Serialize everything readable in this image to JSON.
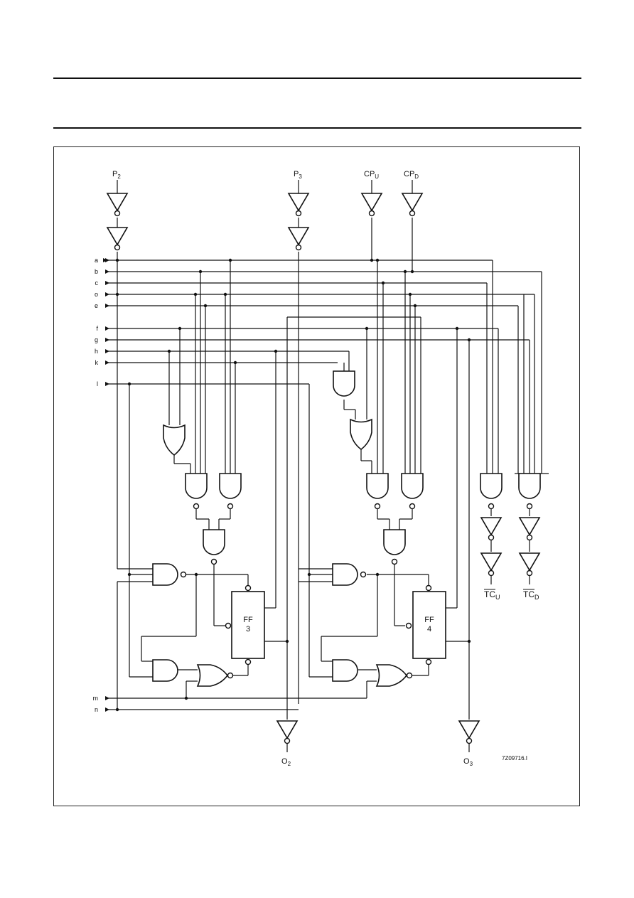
{
  "inputs": {
    "p2": "P",
    "p2_sub": "2",
    "p3": "P",
    "p3_sub": "3",
    "cpu": "CP",
    "cpu_sub": "U",
    "cpd": "CP",
    "cpd_sub": "D"
  },
  "bus_labels": {
    "a": "a",
    "b": "b",
    "c": "c",
    "o": "o",
    "e": "e",
    "f": "f",
    "g": "g",
    "h": "h",
    "k": "k",
    "l": "l",
    "m": "m",
    "n": "n"
  },
  "flipflops": {
    "ff3_name": "FF",
    "ff3_num": "3",
    "ff4_name": "FF",
    "ff4_num": "4"
  },
  "outputs": {
    "o2": "O",
    "o2_sub": "2",
    "o3": "O",
    "o3_sub": "3",
    "tcu": "TC",
    "tcu_sub": "U",
    "tcd": "TC",
    "tcd_sub": "D"
  },
  "figure_code": "7Z09716.I"
}
